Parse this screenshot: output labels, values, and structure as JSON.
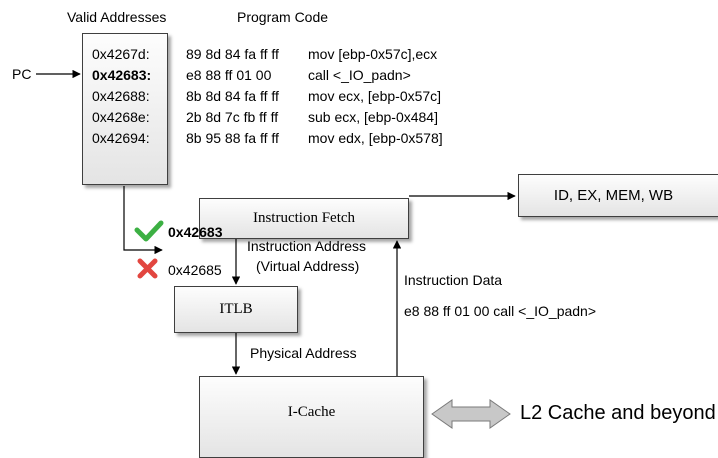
{
  "headers": {
    "valid_addresses": "Valid Addresses",
    "program_code": "Program Code"
  },
  "pc_label": "PC",
  "code_rows": [
    {
      "address": "0x4267d:",
      "bytes": "89 8d 84 fa ff ff",
      "asm": "mov  [ebp-0x57c],ecx",
      "current": false
    },
    {
      "address": "0x42683:",
      "bytes": "e8 88 ff 01 00",
      "asm": "call <_IO_padn>",
      "current": true
    },
    {
      "address": "0x42688:",
      "bytes": "8b 8d 84 fa ff ff",
      "asm": "mov  ecx, [ebp-0x57c]",
      "current": false
    },
    {
      "address": "0x4268e:",
      "bytes": "2b 8d 7c fb ff ff",
      "asm": "sub  ecx, [ebp-0x484]",
      "current": false
    },
    {
      "address": "0x42694:",
      "bytes": "8b 95 88 fa ff ff",
      "asm": "mov  edx, [ebp-0x578]",
      "current": false
    }
  ],
  "candidates": [
    {
      "address": "0x42683",
      "valid": true,
      "icon": "check-icon",
      "color": "#3cb043"
    },
    {
      "address": "0x42685",
      "valid": false,
      "icon": "cross-icon",
      "color": "#e2463f"
    }
  ],
  "blocks": {
    "instruction_fetch": "Instruction Fetch",
    "pipeline": "ID, EX, MEM, WB",
    "itlb": "ITLB",
    "icache": "I-Cache",
    "l2": "L2 Cache and beyond"
  },
  "edge_labels": {
    "instruction_address": "Instruction Address",
    "virtual_address": "(Virtual Address)",
    "physical_address": "Physical Address",
    "instruction_data": "Instruction Data",
    "instruction_bytes": "e8 88 ff 01 00 call <_IO_padn>"
  }
}
